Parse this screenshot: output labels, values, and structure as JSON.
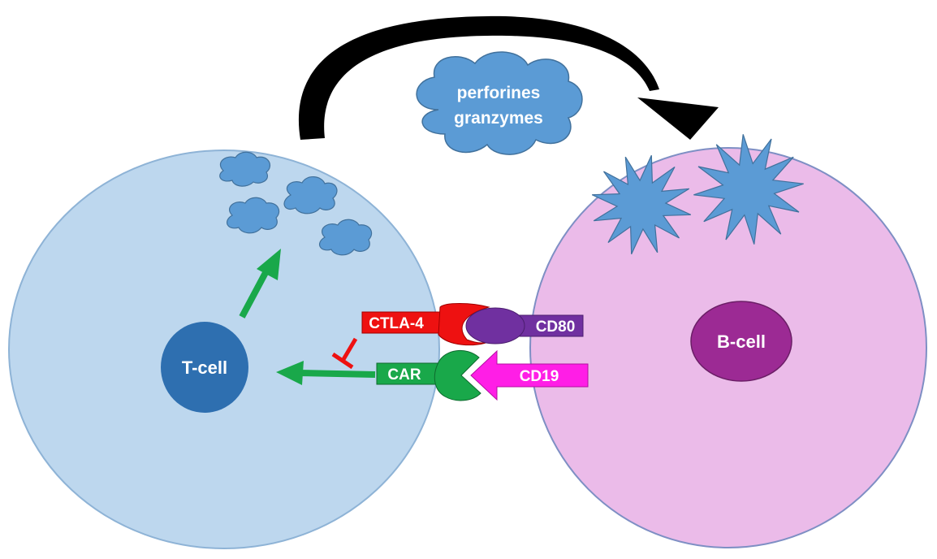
{
  "cells": {
    "t_cell": {
      "label": "T-cell",
      "membrane_color": "#bdd7ee",
      "nucleus_color": "#2e6fb0"
    },
    "b_cell": {
      "label": "B-cell",
      "membrane_color": "#ebbbe9",
      "nucleus_color": "#9c2a94"
    }
  },
  "receptors": {
    "ctla4": {
      "label": "CTLA-4",
      "color": "#ee1111"
    },
    "cd80": {
      "label": "CD80",
      "color": "#7030a0"
    },
    "car": {
      "label": "CAR",
      "color": "#19a84a"
    },
    "cd19": {
      "label": "CD19",
      "color": "#ff1ee6"
    }
  },
  "cloud": {
    "line1": "perforines",
    "line2": "granzymes",
    "color": "#5b9bd5"
  },
  "colors": {
    "activation_arrow": "#19a84a",
    "inhibition": "#ee1111",
    "transfer_arrow": "#000000",
    "granule": "#5b9bd5"
  }
}
